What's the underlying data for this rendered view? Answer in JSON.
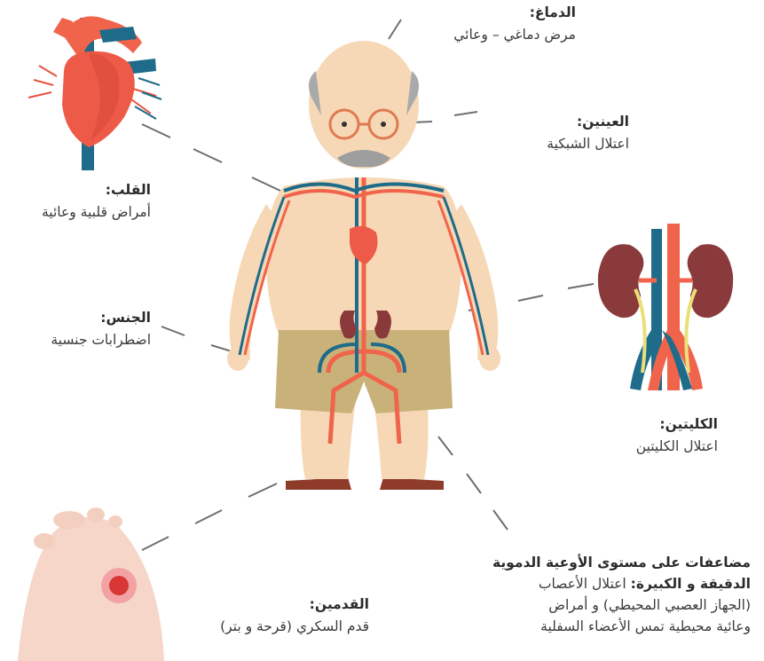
{
  "brain": {
    "title": "الدماغ:",
    "desc": "مرض دماغي – وعائي"
  },
  "eyes": {
    "title": "العينين:",
    "desc": "اعتلال الشبكية"
  },
  "heart": {
    "title": "القلب:",
    "desc": "أمراض قلبية وعائية"
  },
  "sex": {
    "title": "الجنس:",
    "desc": "اضطرابات جنسية"
  },
  "kidneys": {
    "title": "الكليتين:",
    "desc": "اعتلال الكليتين"
  },
  "feet": {
    "title": "القدمين:",
    "desc": "قدم السكري (قرحة و بتر)"
  },
  "vascular": {
    "title_line1": "مضاعفات على مستوى الأوعية الدموية",
    "title_line2": "الدقيقة و الكبيرة:",
    "desc_line1": "اعتلال الأعصاب",
    "desc_line2": "(الجهاز العصبي المحيطي) و أمراض",
    "desc_line3": "وعائية محيطية تمس الأعضاء السفلية"
  },
  "colors": {
    "vein": "#1f6b8a",
    "artery": "#f0644b",
    "skin": "#f6d8b6",
    "shorts": "#c9b27a",
    "kidney": "#8a3a3a"
  }
}
